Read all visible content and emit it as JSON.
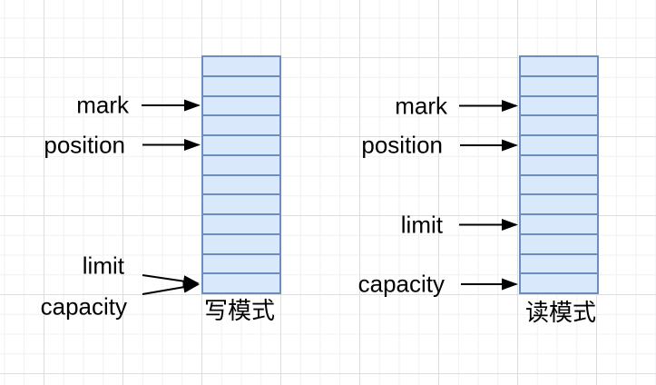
{
  "diagram": {
    "type": "nio-buffer-structure-comparison",
    "groups": [
      {
        "caption": "写模式",
        "cells": 12,
        "pointers": [
          {
            "label": "mark",
            "target_row": 3
          },
          {
            "label": "position",
            "target_row": 5
          },
          {
            "label": "limit",
            "target_row": 12
          },
          {
            "label": "capacity",
            "target_row": 12
          }
        ]
      },
      {
        "caption": "读模式",
        "cells": 12,
        "pointers": [
          {
            "label": "mark",
            "target_row": 3
          },
          {
            "label": "position",
            "target_row": 5
          },
          {
            "label": "limit",
            "target_row": 9
          },
          {
            "label": "capacity",
            "target_row": 12
          }
        ]
      }
    ],
    "colors": {
      "cell_fill": "#dae8fc",
      "cell_border": "#6c8ebf",
      "arrow": "#000000",
      "text": "#000000",
      "grid_minor": "#f0f1f2",
      "grid_major": "#dcdddf"
    }
  }
}
